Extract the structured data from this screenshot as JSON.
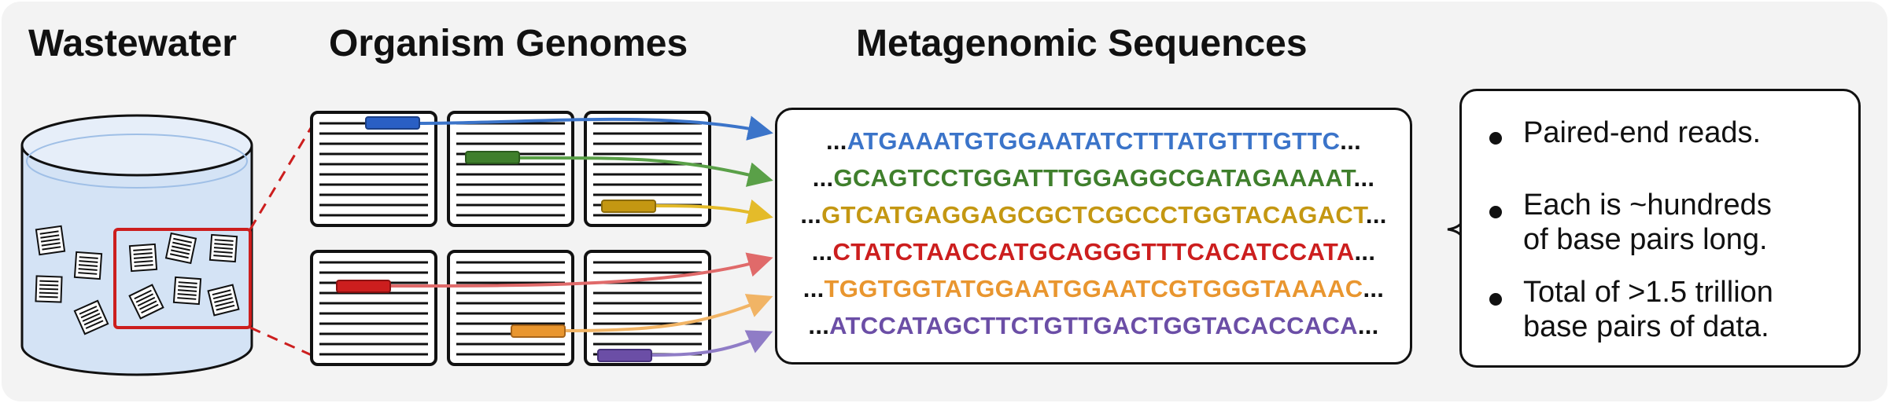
{
  "titles": {
    "wastewater": "Wastewater",
    "genomes": "Organism Genomes",
    "metagenomic": "Metagenomic Sequences"
  },
  "sequences": [
    {
      "left_dots": "...",
      "text": "ATGAAATGTGGAATATCTTTATGTTTGTTC",
      "right_dots": "...",
      "color": "#3b74c9"
    },
    {
      "left_dots": "...",
      "text": "GCAGTCCTGGATTTGGAGGCGATAGAAAAT",
      "right_dots": "...",
      "color": "#3f7f2c"
    },
    {
      "left_dots": "...",
      "text": "GTCATGAGGAGCGCTCGCCCTGGTACAGACT",
      "right_dots": "...",
      "color": "#c49712"
    },
    {
      "left_dots": "...",
      "text": "CTATCTAACCATGCAGGGTTTCACATCCATA",
      "right_dots": "...",
      "color": "#cc1e1e"
    },
    {
      "left_dots": "...",
      "text": "TGGTGGTATGGAATGGAATCGTGGGTAAAAC",
      "right_dots": "...",
      "color": "#e9962f"
    },
    {
      "left_dots": "...",
      "text": "ATCCATAGCTTCTGTTGACTGGTACACCACA",
      "right_dots": "...",
      "color": "#6b4ea6"
    }
  ],
  "notes": [
    {
      "lines": [
        "Paired-end reads."
      ]
    },
    {
      "lines": [
        "Each is ~hundreds",
        "of base pairs long."
      ]
    },
    {
      "lines": [
        "Total of >1.5 trillion",
        "base pairs of data."
      ]
    }
  ],
  "colors": {
    "panel_bg": "#f3f3f3",
    "container_red": "#cc1e1e",
    "water_fill": "#d4e3f5",
    "outline": "#111111"
  },
  "icons": {
    "genome_page": "lined-document-icon",
    "bucket": "water-container-icon",
    "brace": "left-curly-brace"
  }
}
